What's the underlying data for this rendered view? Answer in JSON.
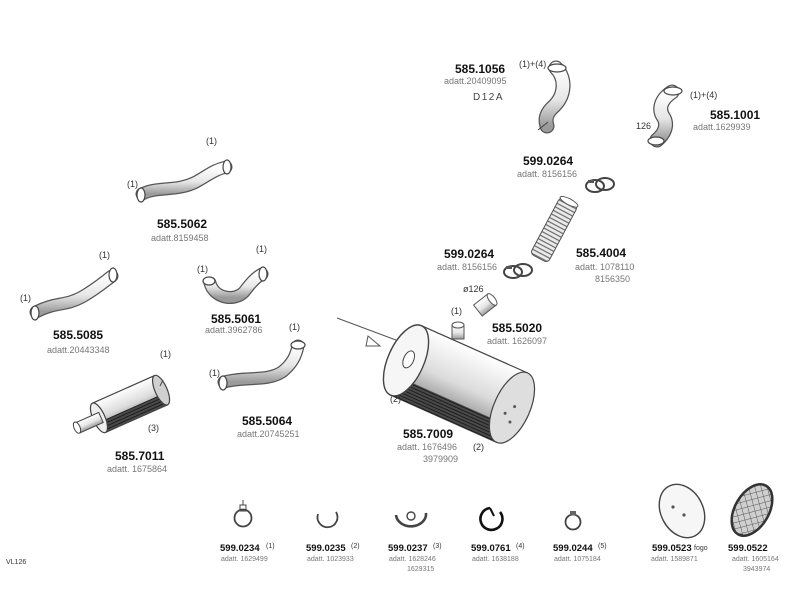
{
  "diagram": {
    "drawing_code": "VL126",
    "engine_code": "D12A",
    "parts": [
      {
        "id": "585.1056",
        "number": "585.1056",
        "ref": "adatt.20409095",
        "qty": "(1)+(4)"
      },
      {
        "id": "585.1001",
        "number": "585.1001",
        "ref": "adatt.1629939",
        "qty": "(1)+(4)",
        "size": "126"
      },
      {
        "id": "599.0264-top",
        "number": "599.0264",
        "ref": "adatt. 8156156"
      },
      {
        "id": "599.0264-mid",
        "number": "599.0264",
        "ref": "adatt. 8156156"
      },
      {
        "id": "585.4004",
        "number": "585.4004",
        "ref": "adatt. 1078110",
        "ref2": "8156350"
      },
      {
        "id": "585.5020",
        "number": "585.5020",
        "ref": "adatt. 1626097",
        "size": "ø126",
        "qty": "(1)"
      },
      {
        "id": "585.5062",
        "number": "585.5062",
        "ref": "adatt.8159458",
        "qty_a": "(1)",
        "qty_b": "(1)"
      },
      {
        "id": "585.5085",
        "number": "585.5085",
        "ref": "adatt.20443348",
        "qty_a": "(1)",
        "qty_b": "(1)"
      },
      {
        "id": "585.5061",
        "number": "585.5061",
        "ref": "adatt.3962786",
        "qty_a": "(1)",
        "qty_b": "(1)"
      },
      {
        "id": "585.5064",
        "number": "585.5064",
        "ref": "adatt.20745251",
        "qty_a": "(1)",
        "qty_b": "(1)"
      },
      {
        "id": "585.7011",
        "number": "585.7011",
        "ref": "adatt. 1675864",
        "qty_a": "(1)",
        "qty_b": "(3)"
      },
      {
        "id": "585.7009",
        "number": "585.7009",
        "ref": "adatt. 1676496",
        "ref2": "3979909",
        "qty_a": "(2)",
        "qty_b": "(2)"
      }
    ],
    "clamps": [
      {
        "id": "599.0234",
        "number": "599.0234",
        "qty": "(1)",
        "ref": "adatt. 1629499"
      },
      {
        "id": "599.0235",
        "number": "599.0235",
        "qty": "(2)",
        "ref": "adatt. 1023933"
      },
      {
        "id": "599.0237",
        "number": "599.0237",
        "qty": "(3)",
        "ref": "adatt. 1628246",
        "ref2": "1629315"
      },
      {
        "id": "599.0761",
        "number": "599.0761",
        "qty": "(4)",
        "ref": "adatt. 1638188"
      },
      {
        "id": "599.0244",
        "number": "599.0244",
        "qty": "(5)",
        "ref": "adatt. 1075184"
      },
      {
        "id": "599.0523",
        "number": "599.0523",
        "qty": "fogo",
        "ref": "adatt. 1589871"
      },
      {
        "id": "599.0522",
        "number": "599.0522",
        "ref": "adatt. 1605164",
        "ref2": "3943974"
      }
    ]
  }
}
